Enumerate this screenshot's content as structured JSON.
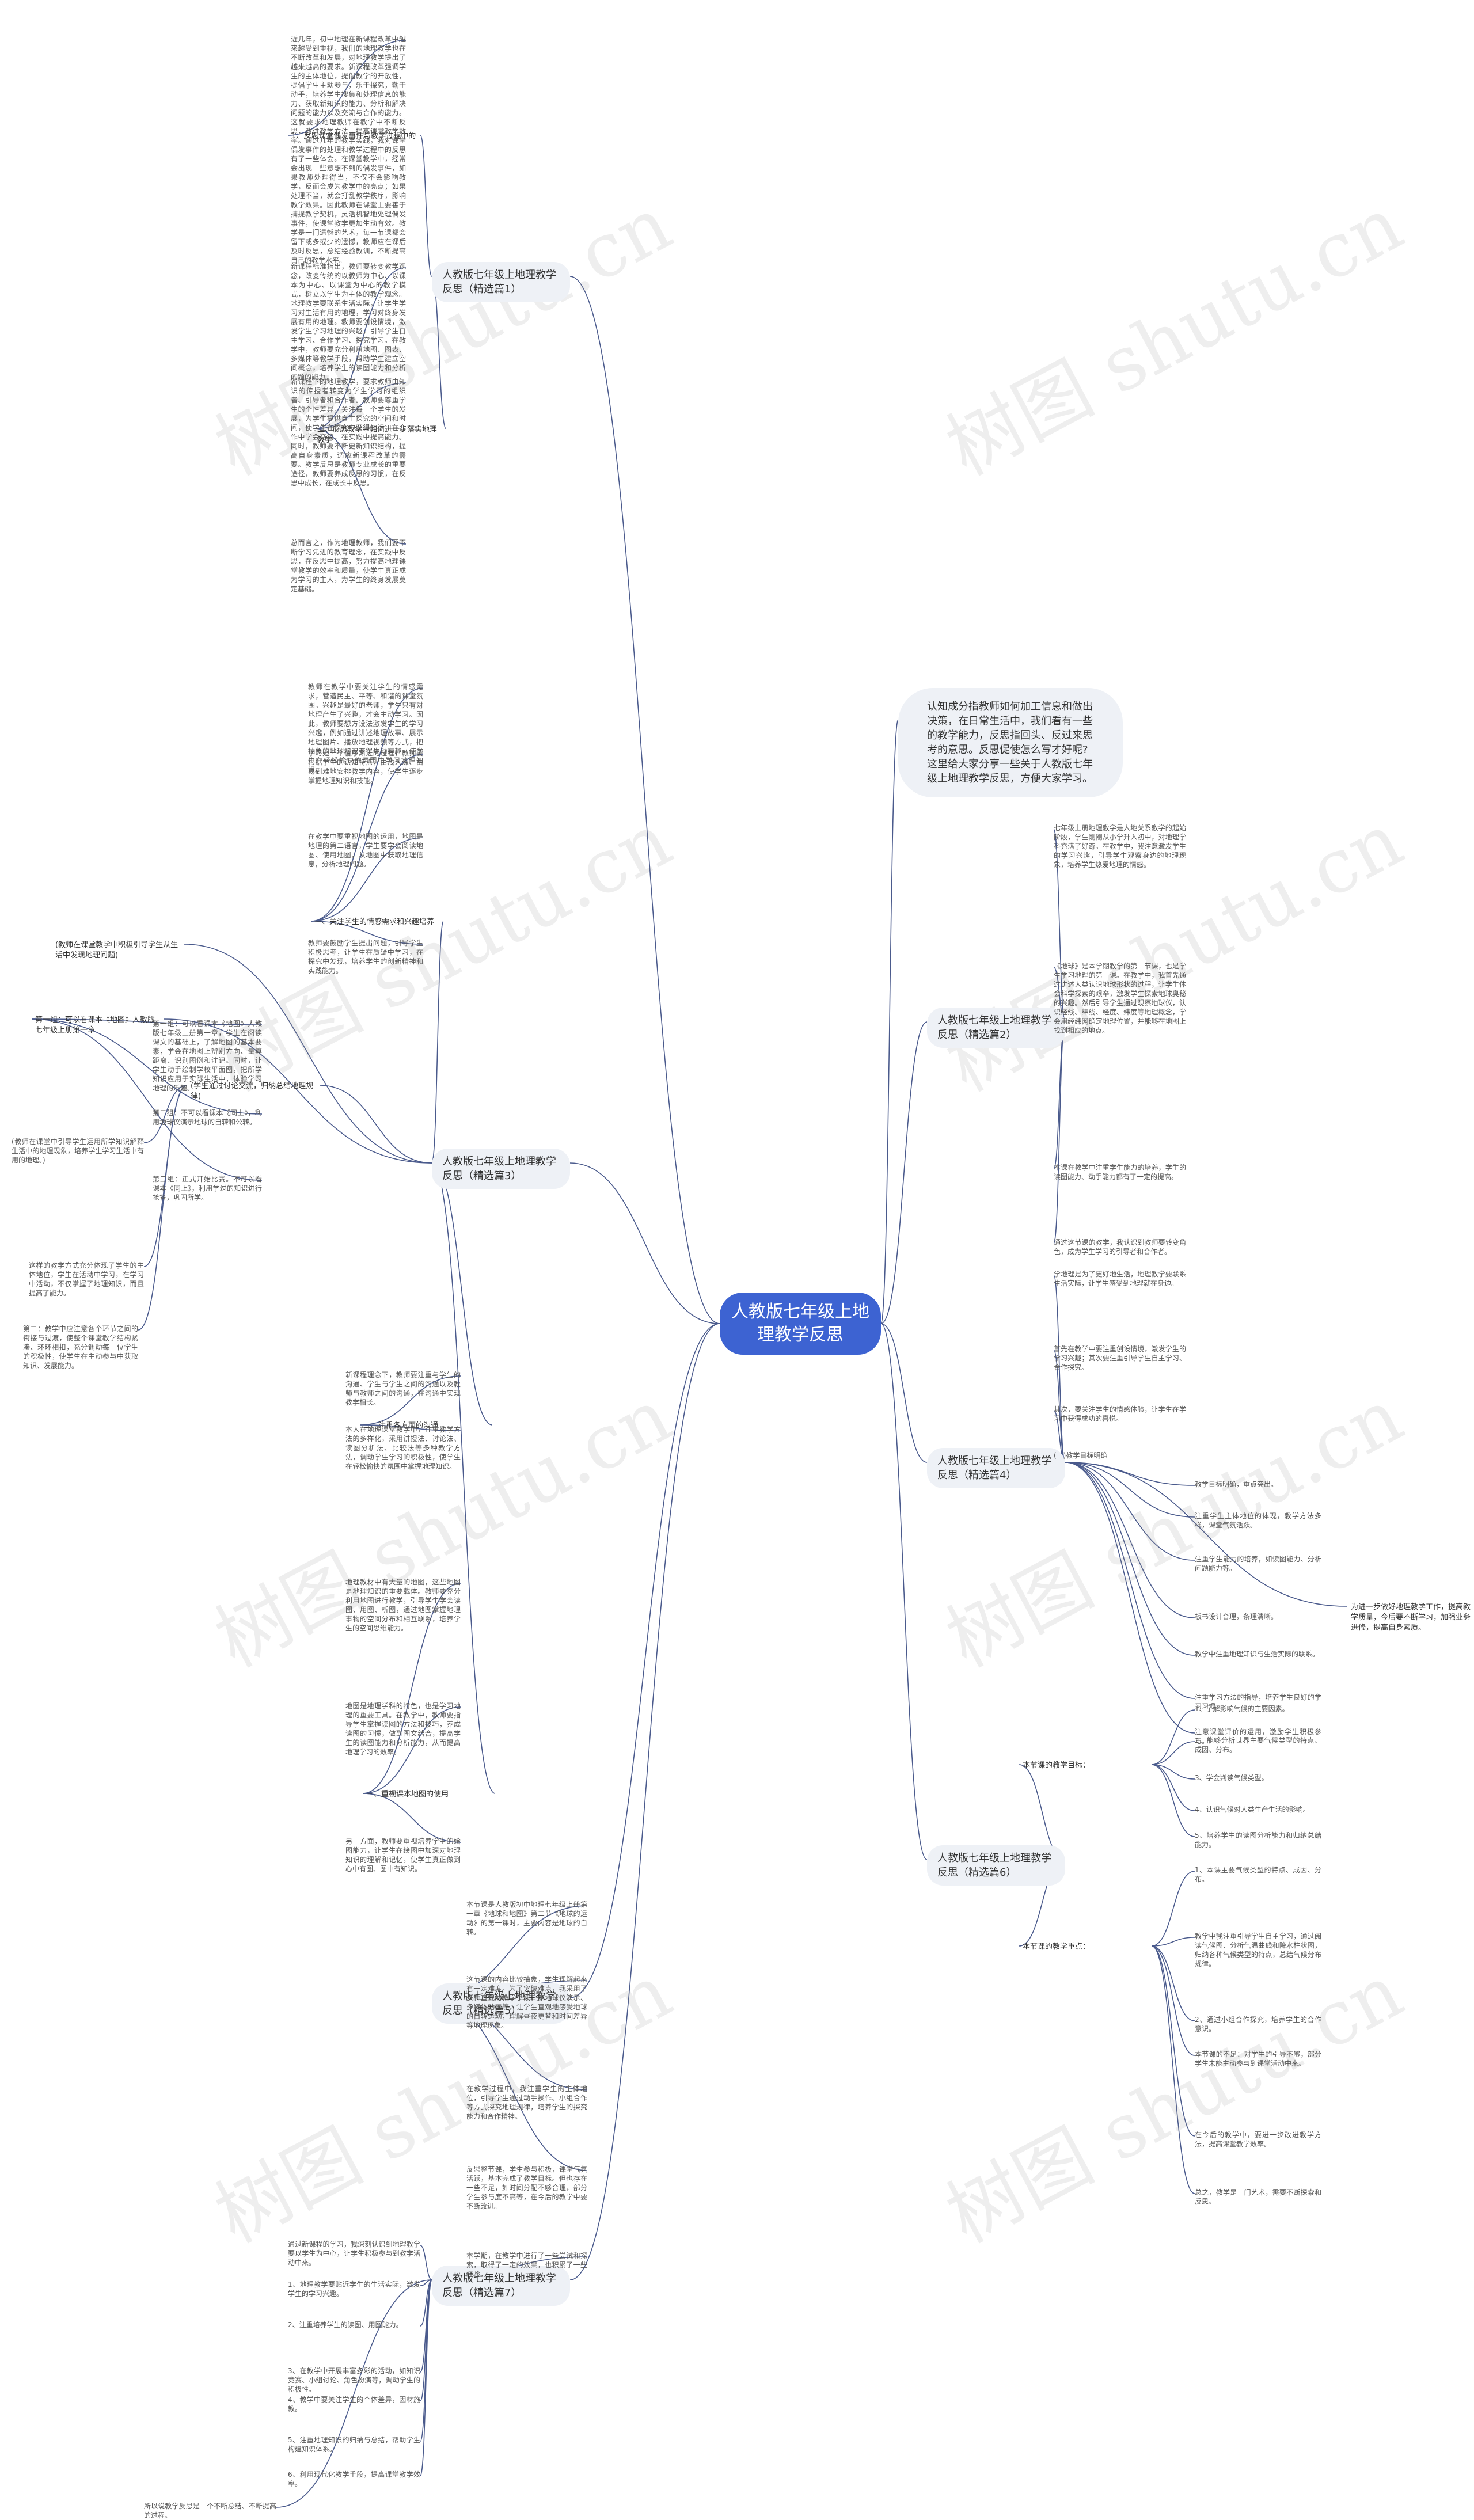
{
  "root": {
    "label": "人教版七年级上地理教学反思"
  },
  "intro": {
    "text": "认知成分指教师如何加工信息和做出决策，在日常生活中，我们看有一些的教学能力，反思指回头、反过来思考的意思。反思促使怎么写才好呢?这里给大家分享一些关于人教版七年级上地理教学反思，方便大家学习。"
  },
  "watermark": {
    "text": "树图 shutu.cn"
  },
  "branches": [
    {
      "label": "人教版七年级上地理教学反思（精选篇1）",
      "subs": [
        {
          "label": "1、反思课堂偶发事件与教学过程中的",
          "texts": [
            "近几年，初中地理在新课程改革中越来越受到重视，我们的地理教学也在不断改革和发展，对地理教学提出了越来越高的要求。新课程改革强调学生的主体地位，提倡教学的开放性，提倡学生主动参与，乐于探究，勤于动手，培养学生搜集和处理信息的能力、获取新知识的能力、分析和解决问题的能力以及交流与合作的能力。这就要求地理教师在教学中不断反思，改进教学方法，提高课堂教学效率。通过几年的教学实践，我对课堂偶发事件的处理和教学过程中的反思有了一些体会。在课堂教学中，经常会出现一些意想不到的偶发事件，如果教师处理得当，不仅不会影响教学，反而会成为教学中的亮点；如果处理不当，就会打乱教学秩序，影响教学效果。因此教师在课堂上要善于捕捉教学契机，灵活机智地处理偶发事件，使课堂教学更加生动有效。教学是一门遗憾的艺术，每一节课都会留下或多或少的遗憾，教师应在课后及时反思，总结经验教训，不断提高自己的教学水平。"
          ]
        },
        {
          "label": "二、反思教学中如何进一步落实地理教学",
          "texts": [
            "新课程标准指出，教师要转变教学观念，改变传统的以教师为中心、以课本为中心、以课堂为中心的教学模式，树立以学生为主体的教学观念。地理教学要联系生活实际，让学生学习对生活有用的地理，学习对终身发展有用的地理。教师要创设情境，激发学生学习地理的兴趣，引导学生自主学习、合作学习、探究学习。在教学中，教师要充分利用地图、图表、多媒体等教学手段，帮助学生建立空间概念，培养学生的读图能力和分析问题的能力。",
            "新课程下的地理教学，要求教师由知识的传授者转变为学生学习的组织者、引导者和合作者。教师要尊重学生的个性差异，关注每一个学生的发展，为学生提供自主探究的空间和时间，使学生在探究中获得知识，在合作中学会交流，在实践中提高能力。同时，教师要不断更新知识结构，提高自身素质，适应新课程改革的需要。教学反思是教师专业成长的重要途径，教师要养成反思的习惯，在反思中成长，在成长中反思。",
            "总而言之，作为地理教师，我们要不断学习先进的教育理念，在实践中反思，在反思中提高，努力提高地理课堂教学的效率和质量，使学生真正成为学习的主人，为学生的终身发展奠定基础。"
          ]
        }
      ]
    },
    {
      "label": "人教版七年级上地理教学反思（精选篇3）",
      "subs": [
        {
          "label": "一、关注学生的情感需求和兴趣培养",
          "texts": [
            "教师在教学中要关注学生的情感需求，营造民主、平等、和谐的课堂氛围。兴趣是最好的老师，学生只有对地理产生了兴趣，才会主动学习。因此，教师要想方设法激发学生的学习兴趣，例如通过讲述地理故事、展示地理图片、播放地理视频等方式，把抽象的地理知识变得生动有趣，使学生在轻松愉快的氛围中学习地理知识。",
            "学习是一个循序渐进的过程，教师要根据学生的认知特点，由浅入深、由易到难地安排教学内容，使学生逐步掌握地理知识和技能。",
            "在教学中要重视地图的运用，地图是地理的第二语言，学生要学会阅读地图、使用地图，从地图中获取地理信息，分析地理问题。",
            "教师要鼓励学生提出问题，引导学生积极思考，让学生在质疑中学习，在探究中发现，培养学生的创新精神和实践能力。"
          ]
        },
        {
          "label": "(教师在课堂教学中积极引导学生从生活中发现地理问题)",
          "texts": []
        },
        {
          "label": "第一组：可以看课本《地图》人教版七年级上册第一章",
          "texts": [
            "第一组：可以看课本《地图》人教版七年级上册第一章，学生在阅读课文的基础上，了解地图的基本要素，学会在地图上辨别方向、量算距离、识别图例和注记。同时，让学生动手绘制学校平面图，把所学知识应用于实际生活中，体验学习地理的乐趣。",
            "第二组：不可以看课本《同上》，利用地球仪演示地球的自转和公转。",
            "第三组：正式开始比赛。不可以看课本《同上》，利用学过的知识进行抢答，巩固所学。"
          ]
        },
        {
          "label": "(学生通过讨论交流，归纳总结地理规律)",
          "texts": [
            "(教师在课堂中引导学生运用所学知识解释生活中的地理现象，培养学生学习生活中有用的地理。)",
            "这样的教学方式充分体现了学生的主体地位，学生在活动中学习，在学习中活动，不仅掌握了地理知识，而且提高了能力。",
            "第二：教学中应注意各个环节之间的衔接与过渡，使整个课堂教学结构紧凑、环环相扣，充分调动每一位学生的积极性，使学生在主动参与中获取知识、发展能力。"
          ]
        },
        {
          "label": "二、注重各方面的沟通",
          "texts": [
            "新课程理念下，教师要注重与学生的沟通、学生与学生之间的沟通以及教师与教师之间的沟通，在沟通中实现教学相长。",
            "本人在地理课堂教学中，注重教学方法的多样化，采用讲授法、讨论法、读图分析法、比较法等多种教学方法，调动学生学习的积极性，使学生在轻松愉快的氛围中掌握地理知识。"
          ]
        },
        {
          "label": "三、重视课本地图的使用",
          "texts": [
            "地理教材中有大量的地图，这些地图是地理知识的重要载体。教师要充分利用地图进行教学，引导学生学会读图、用图、析图，通过地图掌握地理事物的空间分布和相互联系，培养学生的空间思维能力。",
            "地图是地理学科的特色，也是学习地理的重要工具。在教学中，教师要指导学生掌握读图的方法和技巧，养成读图的习惯，做到图文结合，提高学生的读图能力和分析能力，从而提高地理学习的效率。",
            "另一方面，教师要重视培养学生的绘图能力，让学生在绘图中加深对地理知识的理解和记忆，使学生真正做到心中有图、图中有知识。"
          ]
        }
      ]
    },
    {
      "label": "人教版七年级上地理教学反思（精选篇5）",
      "subs": [
        {
          "label": "",
          "texts": [
            "本节课是人教版初中地理七年级上册第一章《地球和地图》第二节《地球的运动》的第一课时，主要内容是地球的自转。",
            "这节课的内容比较抽象，学生理解起来有一定难度。为了突破难点，我采用了多种直观的教学手段，如地球仪演示、多媒体动画等，让学生直观地感受地球的自转运动，理解昼夜更替和时间差异等地理现象。",
            "在教学过程中，我注重学生的主体地位，引导学生通过动手操作、小组合作等方式探究地理规律，培养学生的探究能力和合作精神。",
            "反思整节课，学生参与积极，课堂气氛活跃，基本完成了教学目标。但也存在一些不足，如时间分配不够合理，部分学生参与度不高等，在今后的教学中要不断改进。"
          ]
        }
      ]
    },
    {
      "label": "人教版七年级上地理教学反思（精选篇7）",
      "subs": [
        {
          "label": "",
          "texts": [
            "通过新课程的学习，我深刻认识到地理教学要以学生为中心，让学生积极参与到教学活动中来。",
            "1、地理教学要贴近学生的生活实际，激发学生的学习兴趣。",
            "2、注重培养学生的读图、用图能力。",
            "3、在教学中开展丰富多彩的活动，如知识竞赛、小组讨论、角色扮演等，调动学生的积极性。",
            "本学期，在教学中进行了一些尝试和探索，取得了一定的效果，也积累了一些经验。",
            "4、教学中要关注学生的个体差异，因材施教。",
            "5、注重地理知识的归纳与总结，帮助学生构建知识体系。",
            "6、利用现代化教学手段，提高课堂教学效率。",
            "所以说教学反思是一个不断总结、不断提高的过程。"
          ]
        }
      ]
    },
    {
      "label": "人教版七年级上地理教学反思（精选篇2）",
      "subs": [
        {
          "label": "",
          "texts": [
            "七年级上册地理教学是人地关系教学的起始阶段，学生刚刚从小学升入初中，对地理学科充满了好奇。在教学中，我注意激发学生的学习兴趣，引导学生观察身边的地理现象，培养学生热爱地理的情感。",
            "《地球》是本学期教学的第一节课，也是学生学习地理的第一课。在教学中，我首先通过讲述人类认识地球形状的过程，让学生体会科学探索的艰辛，激发学生探索地球奥秘的兴趣。然后引导学生通过观察地球仪，认识经线、纬线、经度、纬度等地理概念，学会用经纬网确定地理位置，并能够在地图上找到相应的地点。",
            "本课在教学中注重学生能力的培养，学生的读图能力、动手能力都有了一定的提高。",
            "通过这节课的教学，我认识到教师要转变角色，成为学生学习的引导者和合作者。"
          ]
        }
      ]
    },
    {
      "label": "人教版七年级上地理教学反思（精选篇4）",
      "subs": [
        {
          "label": "",
          "texts": [
            "学地理是为了更好地生活，地理教学要联系生活实际，让学生感受到地理就在身边。",
            "首先在教学中要注重创设情境，激发学生的学习兴趣；其次要注重引导学生自主学习、合作探究。",
            "其次，要关注学生的情感体验，让学生在学习中获得成功的喜悦。",
            "(一)教学目标明确"
          ]
        },
        {
          "label": "",
          "texts": [
            "教学目标明确，重点突出。",
            "注重学生主体地位的体现，教学方法多样，课堂气氛活跃。",
            "注重学生能力的培养，如读图能力、分析问题能力等。",
            "板书设计合理，条理清晰。",
            "教学中注重地理知识与生活实际的联系。",
            "注重学习方法的指导，培养学生良好的学习习惯。",
            "注意课堂评价的运用，激励学生积极参与。"
          ]
        },
        {
          "label": "为进一步做好地理教学工作，提高教学质量，今后要不断学习，加强业务进修，提高自身素质。",
          "texts": []
        }
      ]
    },
    {
      "label": "人教版七年级上地理教学反思（精选篇6）",
      "subs": [
        {
          "label": "本节课的教学目标：",
          "texts": [
            "1、了解影响气候的主要因素。",
            "2、能够分析世界主要气候类型的特点、成因、分布。",
            "3、学会判读气候类型。",
            "4、认识气候对人类生产生活的影响。",
            "5、培养学生的读图分析能力和归纳总结能力。"
          ]
        },
        {
          "label": "本节课的教学重点：",
          "texts": [
            "1、本课主要气候类型的特点、成因、分布。",
            "教学中我注重引导学生自主学习，通过阅读气候图、分析气温曲线和降水柱状图，归纳各种气候类型的特点，总结气候分布规律。",
            "2、通过小组合作探究，培养学生的合作意识。",
            "本节课的不足：对学生的引导不够，部分学生未能主动参与到课堂活动中来。",
            "在今后的教学中，要进一步改进教学方法，提高课堂教学效率。",
            "总之，教学是一门艺术，需要不断探索和反思。"
          ]
        }
      ]
    }
  ]
}
